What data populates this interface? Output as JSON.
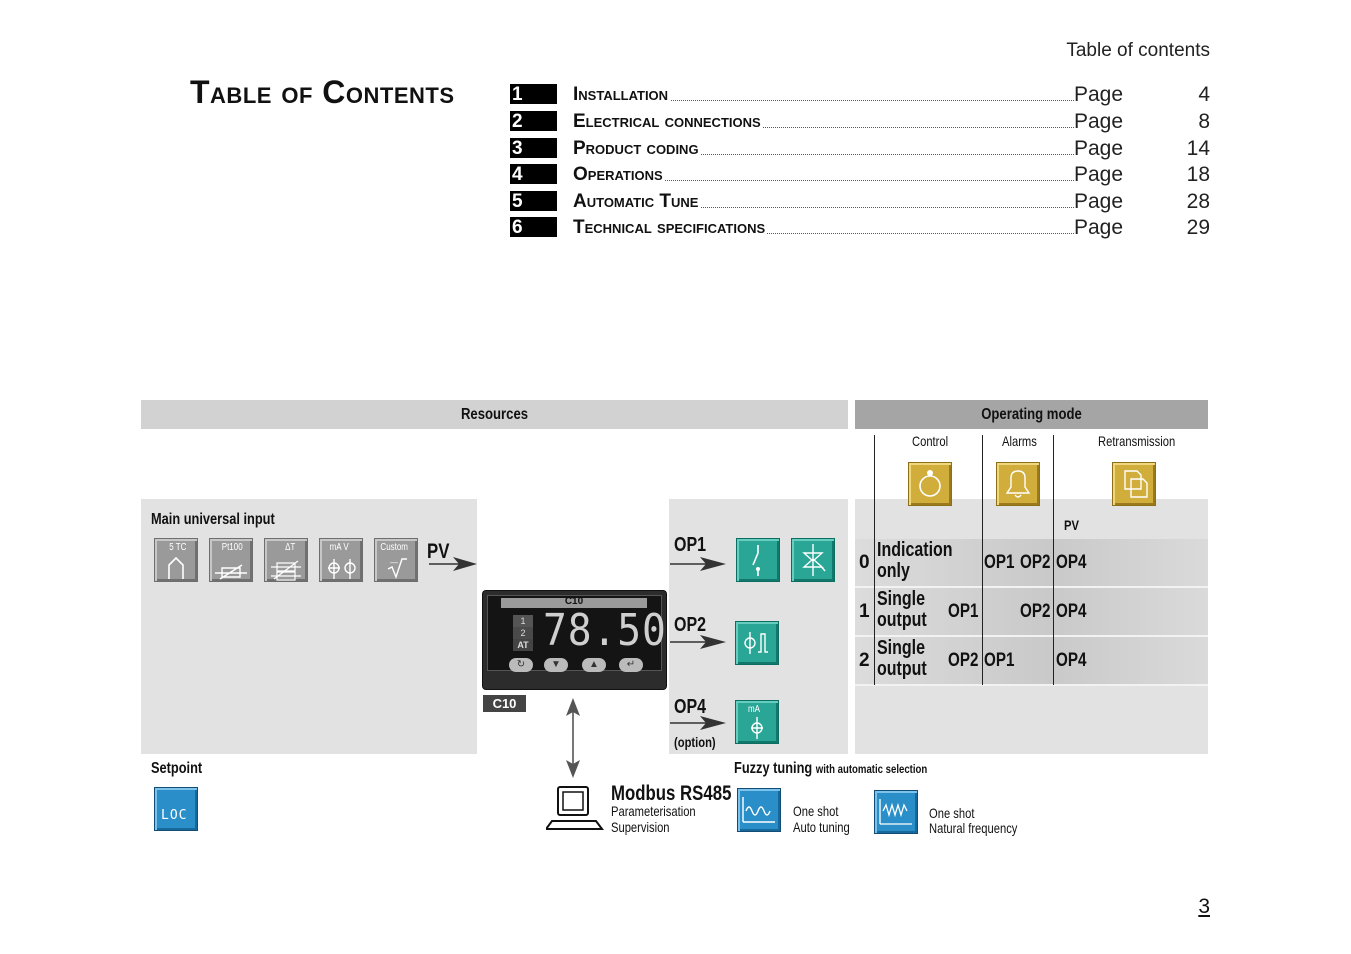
{
  "header": {
    "section_title": "Table of contents"
  },
  "toc": {
    "title": "Table of Contents",
    "page_word": "Page",
    "entries": [
      {
        "num": "1",
        "label": "Installation",
        "page": "4"
      },
      {
        "num": "2",
        "label": "Electrical connections",
        "page": "8"
      },
      {
        "num": "3",
        "label": "Product coding",
        "page": "14"
      },
      {
        "num": "4",
        "label": "Operations",
        "page": "18"
      },
      {
        "num": "5",
        "label": "Automatic Tune",
        "page": "28"
      },
      {
        "num": "6",
        "label": "Technical specifications",
        "page": "29"
      }
    ]
  },
  "diagram": {
    "resources_title": "Resources",
    "operating_mode_title": "Operating mode",
    "main_input_label": "Main universal input",
    "input_icons": [
      {
        "label": "5 TC",
        "icon": "thermocouple-icon"
      },
      {
        "label": "Pt100",
        "icon": "rtd-icon"
      },
      {
        "label": "ΔT",
        "icon": "delta-t-icon"
      },
      {
        "label": "mA  V",
        "icon": "current-voltage-icon"
      },
      {
        "label": "Custom",
        "icon": "custom-sqrt-icon"
      }
    ],
    "pv_label": "PV",
    "device": {
      "model": "C10",
      "display": "78.50",
      "model_tag": "C10",
      "leds": [
        "1",
        "2",
        "AT"
      ]
    },
    "outputs": {
      "op1": "OP1",
      "op2": "OP2",
      "op4": "OP4",
      "op4_note": "(option)",
      "op4_icon_label": "mA"
    },
    "mode_columns": {
      "control": "Control",
      "alarms": "Alarms",
      "retransmission": "Retransmission",
      "pv": "PV"
    },
    "mode_rows": [
      {
        "num": "0",
        "name_line1": "Indication",
        "name_line2": "only",
        "control": "",
        "alarms": "OP1",
        "alarms2": "OP2",
        "retrans": "OP4"
      },
      {
        "num": "1",
        "name_line1": "Single",
        "name_line2": "output",
        "control": "OP1",
        "alarms": "",
        "alarms2": "OP2",
        "retrans": "OP4"
      },
      {
        "num": "2",
        "name_line1": "Single",
        "name_line2": "output",
        "control": "OP2",
        "alarms": "OP1",
        "alarms2": "",
        "retrans": "OP4"
      }
    ],
    "setpoint_label": "Setpoint",
    "setpoint_icon_label": "LOC",
    "modbus": {
      "title": "Modbus RS485",
      "line1": "Parameterisation",
      "line2": "Supervision"
    },
    "fuzzy": {
      "title": "Fuzzy tuning",
      "subtitle": "with automatic selection",
      "auto": {
        "line1": "One shot",
        "line2": "Auto tuning"
      },
      "natural": {
        "line1": "One shot",
        "line2": "Natural frequency"
      }
    }
  },
  "footer": {
    "page_number": "3"
  }
}
